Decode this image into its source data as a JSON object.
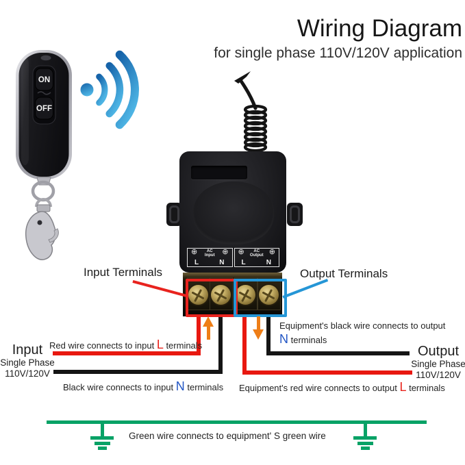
{
  "header": {
    "title": "Wiring Diagram",
    "subtitle": "for single phase 110V/120V application"
  },
  "remote": {
    "on": "ON",
    "off": "OFF"
  },
  "receiver": {
    "plate": {
      "screw_icon": "⊕",
      "input": {
        "line1": "AC",
        "line2": "Input",
        "l": "L",
        "n": "N"
      },
      "output": {
        "line1": "AC",
        "line2": "Output",
        "l": "L",
        "n": "N"
      }
    }
  },
  "terminal_labels": {
    "input": "Input Terminals",
    "output": "Output Terminals"
  },
  "annotations": {
    "red_input": {
      "pre": "Red wire connects to input ",
      "hl": "L",
      "post": " terminals"
    },
    "black_input": {
      "pre": "Black wire connects to input ",
      "hl": "N",
      "post": " terminals"
    },
    "black_output": {
      "line1": "Equipment's black wire connects to output",
      "hl": "N",
      "post": " terminals"
    },
    "red_output": {
      "pre": "Equipment's red wire connects to output ",
      "hl": "L",
      "post": " terminals"
    },
    "green": "Green wire connects to equipment' S green wire"
  },
  "input_side": {
    "title": "Input",
    "line1": "Single Phase",
    "line2": "110V/120V"
  },
  "output_side": {
    "title": "Output",
    "line1": "Single Phase",
    "line2": "110V/120V"
  },
  "colors": {
    "wire_red": "#e81810",
    "wire_black": "#151515",
    "wire_green": "#07a266",
    "outline_red": "#e8231e",
    "outline_blue": "#2596d6",
    "arrow_orange": "#ee7e17",
    "letter_l_red": "#e8231c",
    "letter_n_blue": "#2155c4",
    "wifi_dark": "#1663a9",
    "wifi_light": "#4db4e4"
  }
}
